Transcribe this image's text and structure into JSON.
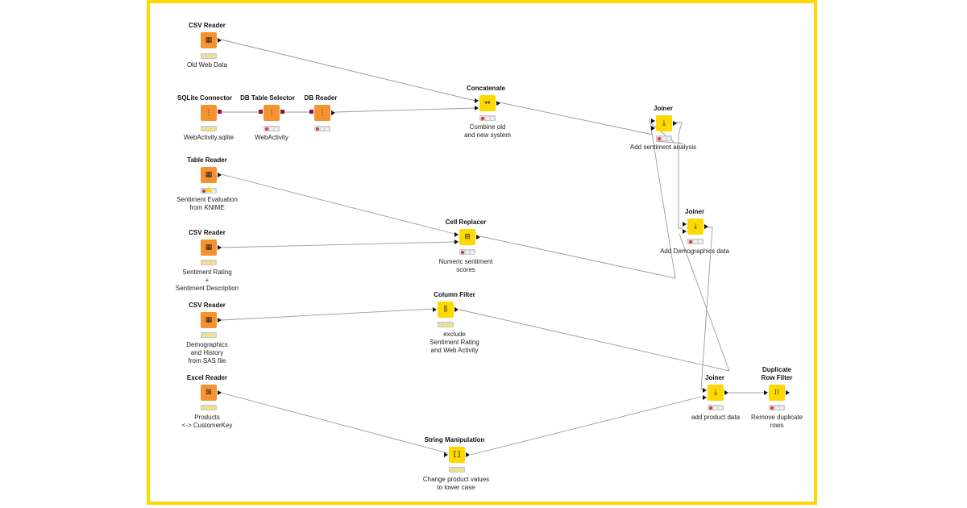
{
  "nodes": {
    "csv_reader_1": {
      "title": "CSV Reader",
      "label": [
        "Old Web Data"
      ],
      "type": "reader",
      "status": "yellow"
    },
    "sqlite_connector": {
      "title": "SQLite Connector",
      "label": [
        "WebActivity.sqlite"
      ],
      "type": "db-connector",
      "status": "yellow"
    },
    "db_table_selector": {
      "title": "DB Table Selector",
      "label": [
        "WebActivity"
      ],
      "type": "db-selector",
      "status": "red"
    },
    "db_reader": {
      "title": "DB Reader",
      "label": [],
      "type": "db-reader",
      "status": "red"
    },
    "concatenate": {
      "title": "Concatenate",
      "label": [
        "Combine old",
        "and new system"
      ],
      "type": "concatenate",
      "status": "red"
    },
    "joiner_1": {
      "title": "Joiner",
      "label": [
        "Add sentiment analysis"
      ],
      "type": "joiner",
      "status": "red"
    },
    "table_reader": {
      "title": "Table Reader",
      "label": [
        "Sentiment Evaluation",
        "from KNIME"
      ],
      "type": "reader",
      "status": "warning"
    },
    "cell_replacer": {
      "title": "Cell Replacer",
      "label": [
        "Numeric sentiment",
        "scores"
      ],
      "type": "cell-replacer",
      "status": "red"
    },
    "joiner_2": {
      "title": "Joiner",
      "label": [
        "Add Demographics data"
      ],
      "type": "joiner",
      "status": "red"
    },
    "csv_reader_2": {
      "title": "CSV Reader",
      "label": [
        "Sentiment Rating",
        "+",
        "Sentiment Description"
      ],
      "type": "reader",
      "status": "yellow"
    },
    "csv_reader_3": {
      "title": "CSV Reader",
      "label": [
        "Demographics",
        "and History",
        "from SAS file"
      ],
      "type": "reader-sas",
      "status": "yellow"
    },
    "column_filter": {
      "title": "Column Filter",
      "label": [
        "exclude",
        "Sentiment Rating",
        "and Web Activity"
      ],
      "type": "column-filter",
      "status": "yellow"
    },
    "excel_reader": {
      "title": "Excel Reader",
      "label": [
        "Products",
        "<-> CustomerKey"
      ],
      "type": "excel-reader",
      "status": "yellow"
    },
    "string_manipulation": {
      "title": "String Manipulation",
      "label": [
        "Change product values",
        "to lower case"
      ],
      "type": "string-manipulation",
      "status": "yellow"
    },
    "joiner_3": {
      "title": "Joiner",
      "label": [
        "add product data"
      ],
      "type": "joiner",
      "status": "red"
    },
    "duplicate_row_filter": {
      "title": "Duplicate\nRow Filter",
      "titleLines": [
        "Duplicate",
        "Row Filter"
      ],
      "label": [
        "Remove duplicate",
        "rows"
      ],
      "type": "duplicate-row-filter",
      "status": "red"
    }
  },
  "colors": {
    "frame": "#ffd800",
    "reader_node": "#f6922f",
    "manipulator_node": "#ffd800",
    "status_red": "#e0363c",
    "status_yellow": "#ffe94d",
    "edge": "#9a9a9a",
    "db_port": "#8a1538"
  }
}
